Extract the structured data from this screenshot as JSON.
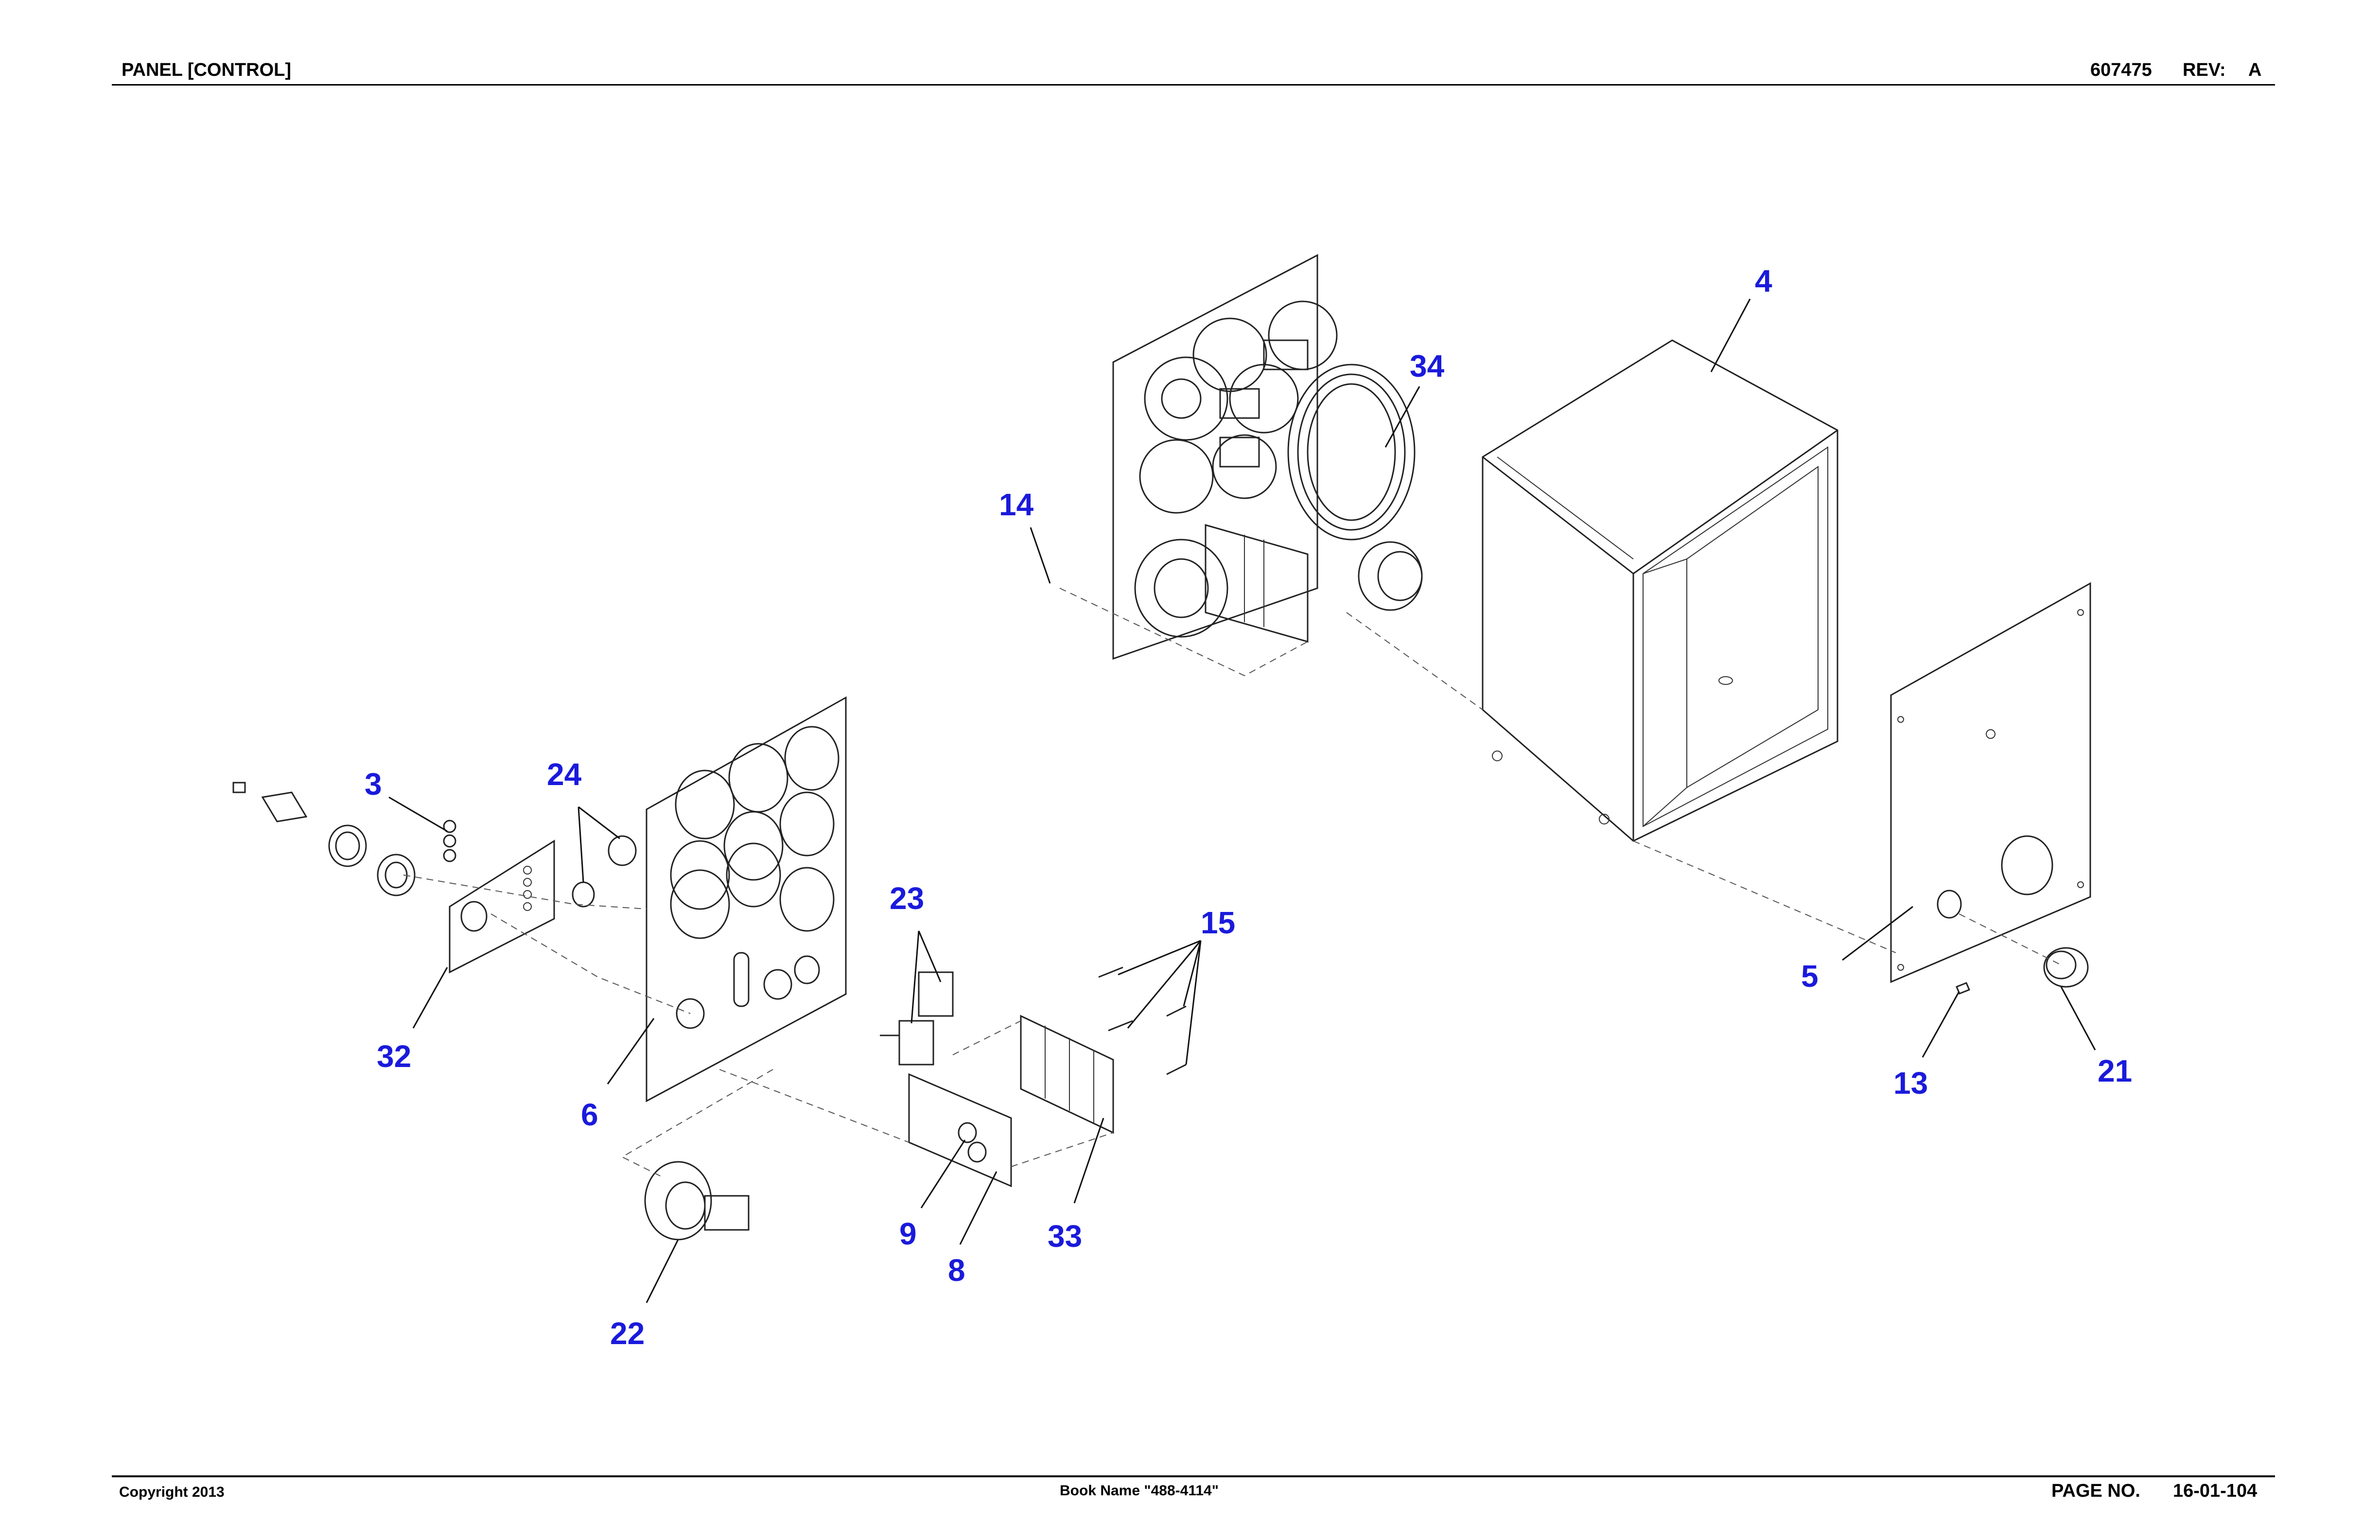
{
  "header": {
    "title": "PANEL [CONTROL]",
    "part_number": "607475",
    "rev_label": "REV:",
    "rev_value": "A"
  },
  "footer": {
    "copyright": "Copyright 2013",
    "book_name": "Book Name \"488-4114\"",
    "page_label": "PAGE NO.",
    "page_number": "16-01-104"
  },
  "callouts": {
    "c3": "3",
    "c4": "4",
    "c5": "5",
    "c6": "6",
    "c8": "8",
    "c9": "9",
    "c13": "13",
    "c14": "14",
    "c15": "15",
    "c21": "21",
    "c22": "22",
    "c23": "23",
    "c24": "24",
    "c32": "32",
    "c33": "33",
    "c34": "34"
  },
  "colors": {
    "callout": "#1a1adc",
    "linework": "#222222"
  }
}
